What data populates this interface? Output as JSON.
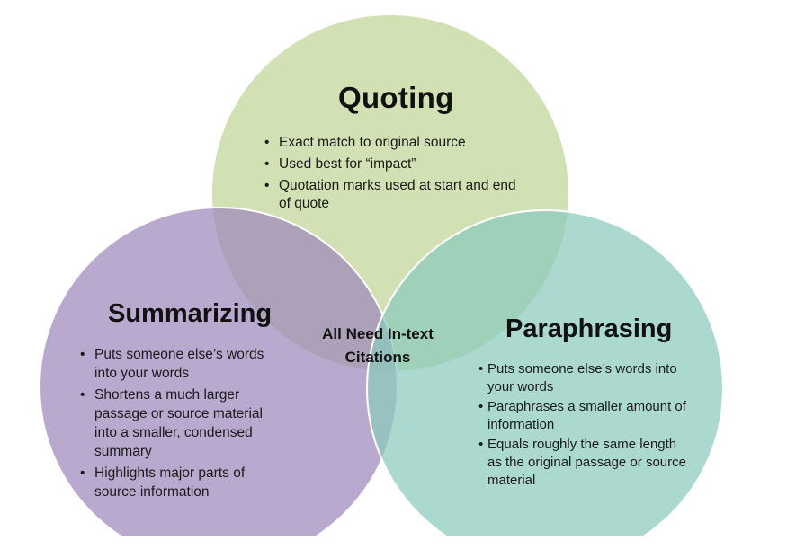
{
  "colors": {
    "quoting": "#c6d9a0",
    "summarizing": "#b7a6cc",
    "paraphrasing": "#a6d6cc",
    "outline": "#ffffff"
  },
  "quoting": {
    "title": "Quoting",
    "points": [
      "Exact match to original source",
      "Used best for “impact”",
      "Quotation marks used at start and end of quote"
    ]
  },
  "summarizing": {
    "title": "Summarizing",
    "points": [
      "Puts someone else’s words into your words",
      "Shortens a much larger passage or source material into a smaller, condensed summary",
      "Highlights major parts of source information"
    ]
  },
  "paraphrasing": {
    "title": "Paraphrasing",
    "points": [
      "Puts someone else’s words into your words",
      "Paraphrases a smaller amount of information",
      "Equals roughly the same length as the original passage or source material"
    ]
  },
  "center": {
    "line1": "All Need In-text",
    "line2": "Citations"
  }
}
